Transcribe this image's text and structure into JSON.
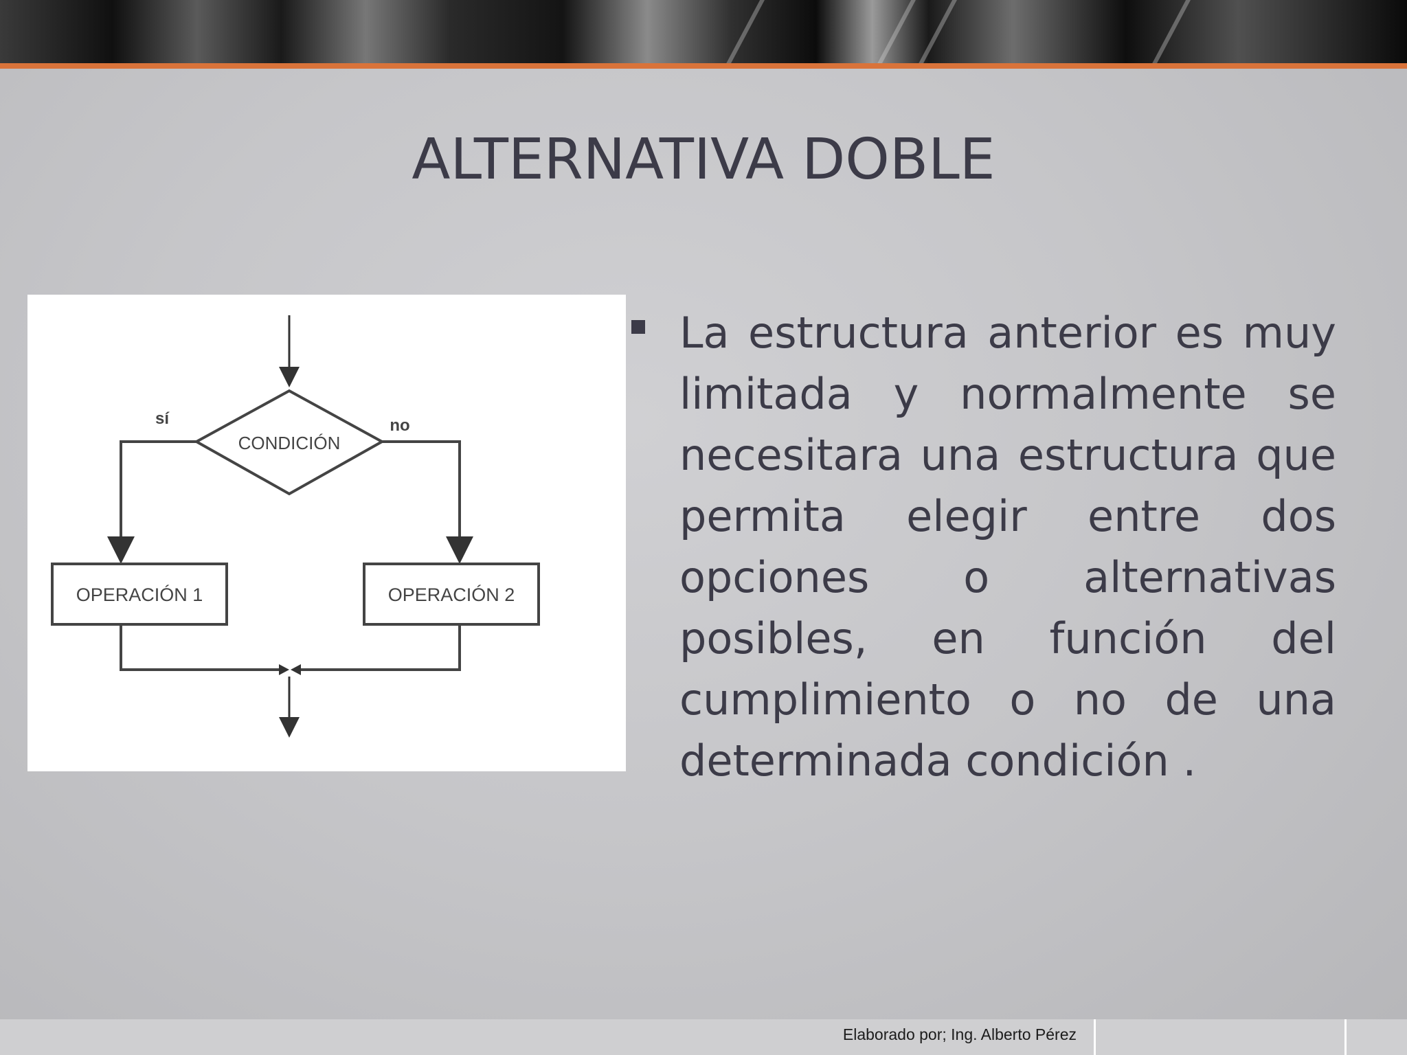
{
  "slide": {
    "title": "ALTERNATIVA DOBLE",
    "bullet": "La estructura anterior es muy limitada y normalmente se necesitara una estructura que permita elegir entre dos opciones o alternativas posibles, en función del cumplimiento o no de una determinada condición .",
    "footer": "Elaborado por; Ing. Alberto Pérez"
  },
  "diagram": {
    "condition": "CONDICIÓN",
    "yes_label": "sí",
    "no_label": "no",
    "op1": "OPERACIÓN 1",
    "op2": "OPERACIÓN 2"
  },
  "colors": {
    "accent": "#d9733a",
    "title_text": "#3c3b48",
    "banner": "#1a1a1a"
  }
}
